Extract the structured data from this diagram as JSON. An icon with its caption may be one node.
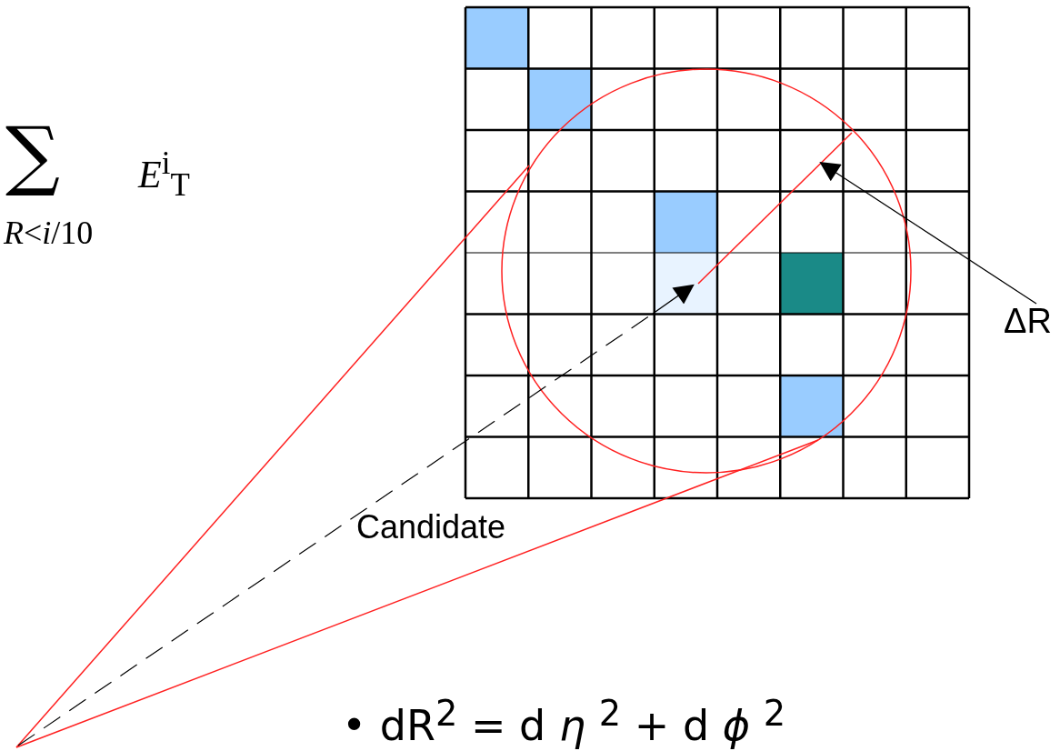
{
  "diagram": {
    "nodes": [
      {
        "text": [
          "ΔR"
        ]
      },
      {
        "text": [],
        "shape": "line"
      }
    ],
    "edges": [
      {
        "from": 0,
        "to": 1,
        "arrow": "to"
      }
    ],
    "labels": [
      "∑",
      "*R*<*i*/10",
      "*E*$^{i}$$_{T}$",
      "Candidate",
      "• dR$^{2}$ = d *η* $^{2}$ + d *ϕ* $^{2}$"
    ]
  }
}
